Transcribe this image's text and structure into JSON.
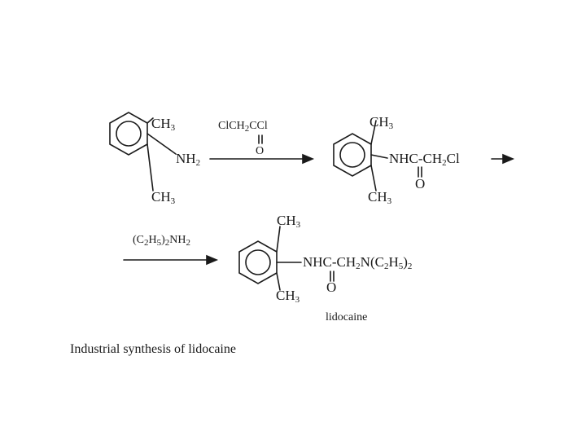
{
  "reaction": {
    "sm": {
      "top_sub": "CH3",
      "bottom_sub": "CH3",
      "amine": "NH2"
    },
    "reagent1": {
      "formula": "ClCH2CCl",
      "carbonyl_o": "O"
    },
    "intermediate": {
      "top_sub": "CH3",
      "bottom_sub": "CH3",
      "chain": "NHC-CH2Cl",
      "carbonyl_o": "O"
    },
    "reagent2": {
      "formula": "(C2H5)2NH2"
    },
    "product": {
      "top_sub": "CH3",
      "bottom_sub": "CH3",
      "chain": "NHC-CH2N(C2H5)2",
      "carbonyl_o": "O",
      "name": "lidocaine"
    }
  },
  "caption": "Industrial synthesis of lidocaine",
  "colors": {
    "ink": "#1a1a1a",
    "background": "#ffffff"
  }
}
